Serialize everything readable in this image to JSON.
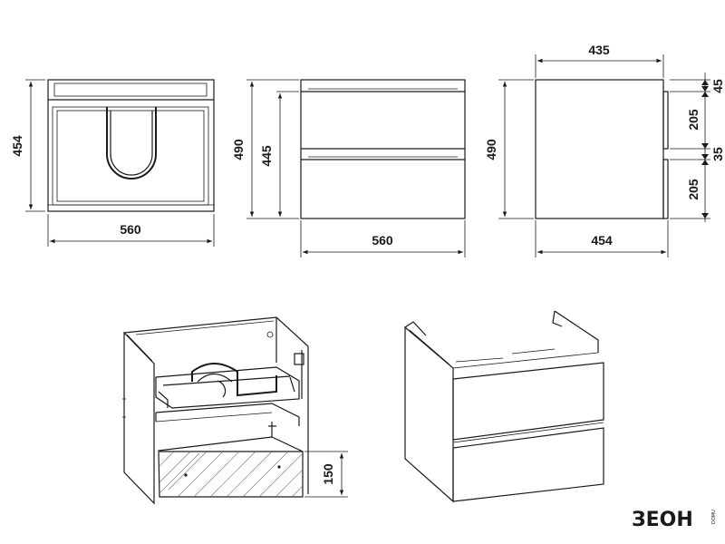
{
  "views": {
    "top": {
      "depth_label": "454",
      "width_label": "560"
    },
    "front": {
      "height_label": "490",
      "body_height_label": "445",
      "width_label": "560"
    },
    "side": {
      "depth_top_label": "435",
      "height_label": "490",
      "depth_bottom_label": "454",
      "gap_top_label": "45",
      "drawer1_label": "205",
      "gap_mid_label": "35",
      "drawer2_label": "205"
    },
    "iso_open": {
      "drawer_height_label": "150"
    }
  },
  "brand": {
    "logo_text": "ЗЕОН",
    "logo_sub": "DOMU"
  }
}
